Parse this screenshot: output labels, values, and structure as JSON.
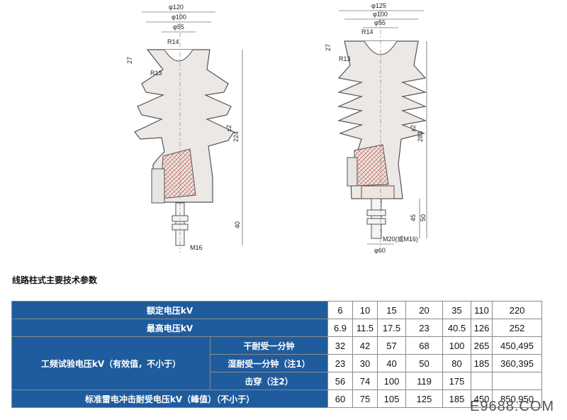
{
  "drawing_left": {
    "dims": {
      "d1": "φ120",
      "d2": "φ100",
      "d3": "φ55",
      "r1": "R14",
      "h1": "27",
      "r2": "R13",
      "h2": "224",
      "tol": "±2",
      "h3": "40",
      "thread": "M16"
    }
  },
  "drawing_right": {
    "dims": {
      "d1": "φ125",
      "d2": "φ100",
      "d3": "φ55",
      "r1": "R14",
      "h1": "27",
      "r2": "R13",
      "h2": "283",
      "tol": "±2",
      "h3": "45",
      "h4": "50",
      "thread": "M20(或M16)",
      "d4": "φ60"
    }
  },
  "section_title": "线路柱式主要技术参数",
  "table": {
    "rated_voltage": {
      "label": "额定电压kV",
      "values": [
        "6",
        "10",
        "15",
        "20",
        "35",
        "110",
        "220"
      ]
    },
    "max_voltage": {
      "label": "最高电压kV",
      "values": [
        "6.9",
        "11.5",
        "17.5",
        "23",
        "40.5",
        "126",
        "252"
      ]
    },
    "power_freq": {
      "label": "工频试验电压kV（有效值，不小于）",
      "dry": {
        "label": "干耐受一分钟",
        "values": [
          "32",
          "42",
          "57",
          "68",
          "100",
          "265",
          "450,495"
        ]
      },
      "wet": {
        "label": "湿耐受一分钟（注1）",
        "values": [
          "23",
          "30",
          "40",
          "50",
          "80",
          "185",
          "360,395"
        ]
      },
      "puncture": {
        "label": "击穿（注2）",
        "values": [
          "56",
          "74",
          "100",
          "119",
          "175",
          "",
          ""
        ]
      }
    },
    "lightning": {
      "label": "标准雷电冲击耐受电压kV（峰值）（不小于）",
      "values": [
        "60",
        "75",
        "105",
        "125",
        "185",
        "450",
        "850,950"
      ]
    }
  },
  "watermark": "E9688.COM"
}
